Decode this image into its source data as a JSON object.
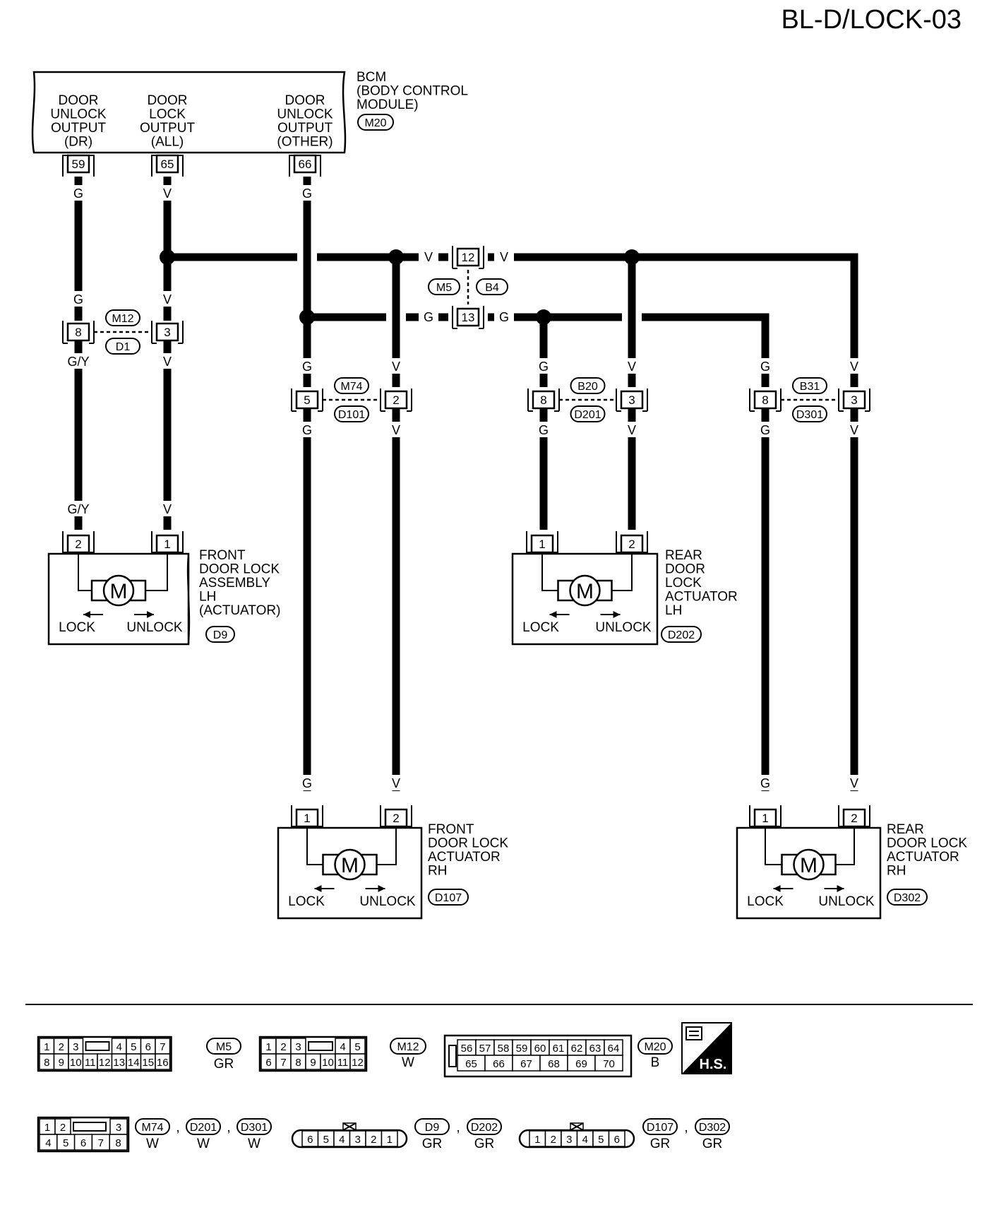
{
  "page": {
    "title": "BL-D/LOCK-03"
  },
  "bcm": {
    "name_lines": [
      "BCM",
      "(BODY CONTROL",
      "MODULE)"
    ],
    "connector": "M20",
    "outputs": [
      {
        "lines": [
          "DOOR",
          "UNLOCK",
          "OUTPUT",
          "(DR)"
        ],
        "pin": "59",
        "wire": "G"
      },
      {
        "lines": [
          "DOOR",
          "LOCK",
          "OUTPUT",
          "(ALL)"
        ],
        "pin": "65",
        "wire": "V"
      },
      {
        "lines": [
          "DOOR",
          "UNLOCK",
          "OUTPUT",
          "(OTHER)"
        ],
        "pin": "66",
        "wire": "G"
      }
    ]
  },
  "joint_connectors": [
    {
      "pair": [
        "M12",
        "D1"
      ],
      "pins": [
        "8",
        "3"
      ],
      "wires_top": [
        "G",
        "V"
      ],
      "wires_bottom": [
        "G/Y",
        "V"
      ]
    },
    {
      "pair": [
        "M5",
        "B4"
      ],
      "pins": [
        "12",
        "13"
      ],
      "wires": [
        "V",
        "G"
      ]
    },
    {
      "pair": [
        "M74",
        "D101"
      ],
      "pins": [
        "5",
        "2"
      ],
      "wires_top": [
        "G",
        "V"
      ],
      "wires_bottom": [
        "G",
        "V"
      ]
    },
    {
      "pair": [
        "B20",
        "D201"
      ],
      "pins": [
        "8",
        "3"
      ],
      "wires_top": [
        "G",
        "V"
      ],
      "wires_bottom": [
        "G",
        "V"
      ]
    },
    {
      "pair": [
        "B31",
        "D301"
      ],
      "pins": [
        "8",
        "3"
      ],
      "wires_top": [
        "G",
        "V"
      ],
      "wires_bottom": [
        "G",
        "V"
      ]
    }
  ],
  "actuators": [
    {
      "lines": [
        "FRONT",
        "DOOR LOCK",
        "ASSEMBLY",
        "LH",
        "(ACTUATOR)"
      ],
      "connector": "D9",
      "pins": [
        "2",
        "1"
      ],
      "wires": [
        "G/Y",
        "V"
      ]
    },
    {
      "lines": [
        "REAR",
        "DOOR",
        "LOCK",
        "ACTUATOR",
        "LH"
      ],
      "connector": "D202",
      "pins": [
        "1",
        "2"
      ],
      "wires": [
        "",
        ""
      ]
    },
    {
      "lines": [
        "FRONT",
        "DOOR LOCK",
        "ACTUATOR",
        "RH"
      ],
      "connector": "D107",
      "pins": [
        "1",
        "2"
      ],
      "wires": [
        "G",
        "V"
      ]
    },
    {
      "lines": [
        "REAR",
        "DOOR LOCK",
        "ACTUATOR",
        "RH"
      ],
      "connector": "D302",
      "pins": [
        "1",
        "2"
      ],
      "wires": [
        "G",
        "V"
      ]
    }
  ],
  "motor": {
    "symbol": "M",
    "lock": "LOCK",
    "unlock": "UNLOCK"
  },
  "connector_diagrams": {
    "row1": [
      {
        "ids": [
          "M5"
        ],
        "colors": [
          "GR"
        ],
        "top": [
          "1",
          "2",
          "3",
          "",
          "4",
          "5",
          "6",
          "7"
        ],
        "bottom": [
          "8",
          "9",
          "10",
          "11",
          "12",
          "13",
          "14",
          "15",
          "16"
        ]
      },
      {
        "ids": [
          "M12"
        ],
        "colors": [
          "W"
        ],
        "top": [
          "1",
          "2",
          "3",
          "",
          "4",
          "5"
        ],
        "bottom": [
          "6",
          "7",
          "8",
          "9",
          "10",
          "11",
          "12"
        ]
      },
      {
        "ids": [
          "M20"
        ],
        "colors": [
          "B"
        ],
        "top": [
          "56",
          "57",
          "58",
          "59",
          "60",
          "61",
          "62",
          "63",
          "64"
        ],
        "bottom": [
          "65",
          "66",
          "67",
          "68",
          "69",
          "70"
        ]
      }
    ],
    "row2": [
      {
        "ids": [
          "M74",
          "D201",
          "D301"
        ],
        "colors": [
          "W",
          "W",
          "W"
        ],
        "top": [
          "1",
          "2",
          "",
          "3"
        ],
        "bottom": [
          "4",
          "5",
          "6",
          "7",
          "8"
        ]
      },
      {
        "ids": [
          "D9",
          "D202"
        ],
        "colors": [
          "GR",
          "GR"
        ],
        "pins": [
          "6",
          "5",
          "4",
          "3",
          "2",
          "1"
        ]
      },
      {
        "ids": [
          "D107",
          "D302"
        ],
        "colors": [
          "GR",
          "GR"
        ],
        "pins": [
          "1",
          "2",
          "3",
          "4",
          "5",
          "6"
        ]
      }
    ],
    "harness_badge": "H.S."
  }
}
